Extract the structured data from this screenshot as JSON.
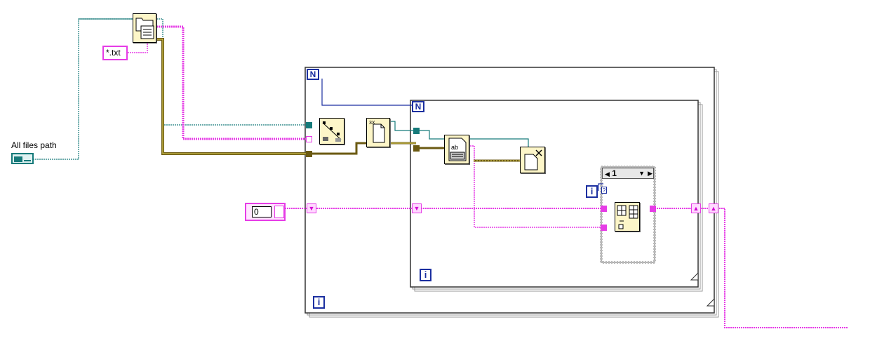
{
  "controls": {
    "path_label": "All files path",
    "pattern_constant": "*.txt",
    "init_constant": "0"
  },
  "loops": {
    "outer_count_terminal": "N",
    "outer_iteration_terminal": "i",
    "inner_count_terminal": "N",
    "inner_iteration_terminal": "i"
  },
  "case_structure": {
    "selector_value": "1",
    "index_terminal": "i"
  },
  "colors": {
    "path_wire": "#167a7a",
    "string_wire": "#e63ce6",
    "refnum_wire": "#6b5a12",
    "loop_terminal": "#1b2fa0",
    "node_fill": "#fdf6c8"
  },
  "icons": [
    "list-folder-icon",
    "build-path-icon",
    "open-file-icon",
    "read-text-icon",
    "close-file-icon",
    "concatenate-icon"
  ]
}
